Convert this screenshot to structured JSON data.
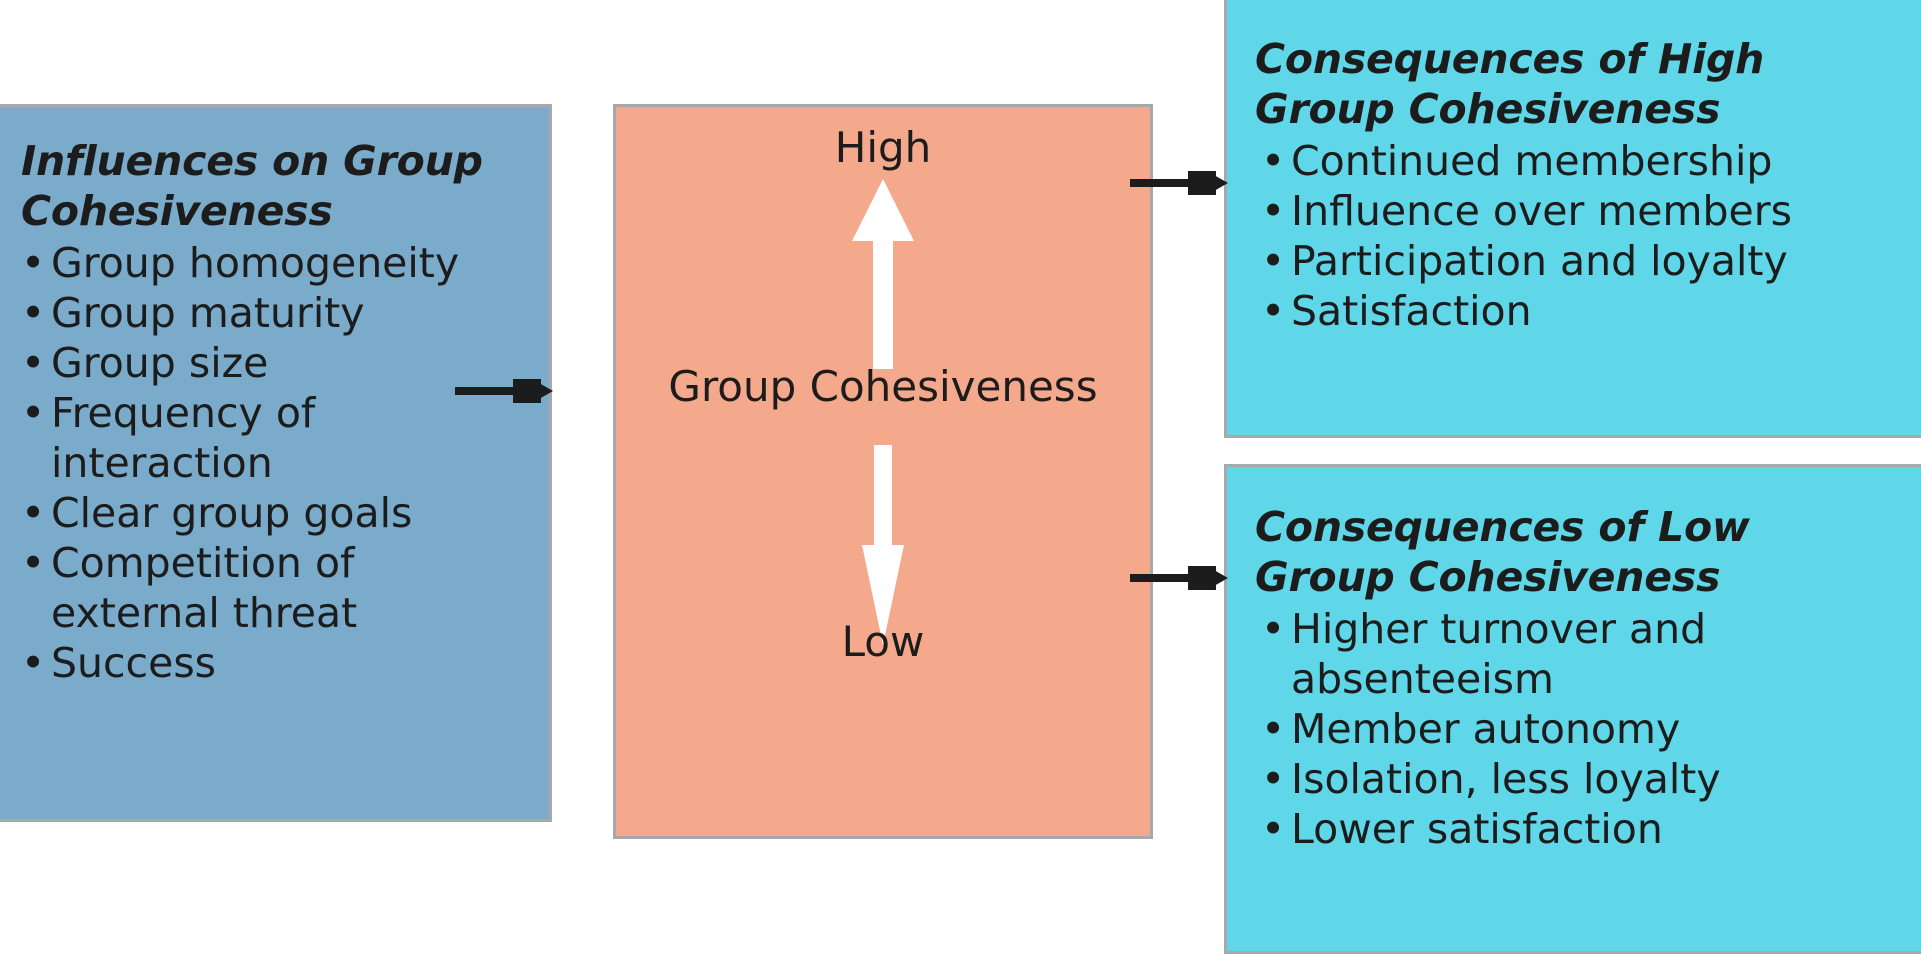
{
  "diagram": {
    "title_semantic": "group-cohesiveness-model",
    "colors": {
      "influences_panel": "#7aabca",
      "center_panel": "#f4a88c",
      "consequences_panel": "#5fd7e8",
      "panel_border": "#a8a8ac",
      "text": "#1c1c1c",
      "arrow_white": "#ffffff",
      "connector_black": "#1c1c1c"
    }
  },
  "influences": {
    "heading": "Influences on Group Cohesiveness",
    "heading_line_1": "Influences on Group",
    "heading_line_2": "Cohesiveness",
    "items": [
      "Group homogeneity",
      "Group maturity",
      "Group size",
      "Frequency of interaction",
      "Clear group goals",
      "Competition of external threat",
      "Success"
    ]
  },
  "center": {
    "high_label": "High",
    "low_label": "Low",
    "axis_label": "Group Cohesiveness",
    "up_arrow_icon": "arrow-up-icon",
    "down_arrow_icon": "arrow-down-icon"
  },
  "consequences_high": {
    "heading": "Consequences of High Group Cohesiveness",
    "heading_line_1": "Consequences of High",
    "heading_line_2": "Group Cohesiveness",
    "items": [
      "Continued membership",
      "Influence over members",
      "Participation and loyalty",
      "Satisfaction"
    ]
  },
  "consequences_low": {
    "heading": "Consequences of Low Group Cohesiveness",
    "heading_line_1": "Consequences of Low",
    "heading_line_2": "Group Cohesiveness",
    "items": [
      "Higher turnover and absenteeism",
      "Member autonomy",
      "Isolation, less loyalty",
      "Lower satisfaction"
    ]
  },
  "connectors": [
    {
      "name": "influences-to-center",
      "icon": "arrow-right-icon"
    },
    {
      "name": "center-to-high-consequences",
      "icon": "arrow-right-icon"
    },
    {
      "name": "center-to-low-consequences",
      "icon": "arrow-right-icon"
    }
  ]
}
